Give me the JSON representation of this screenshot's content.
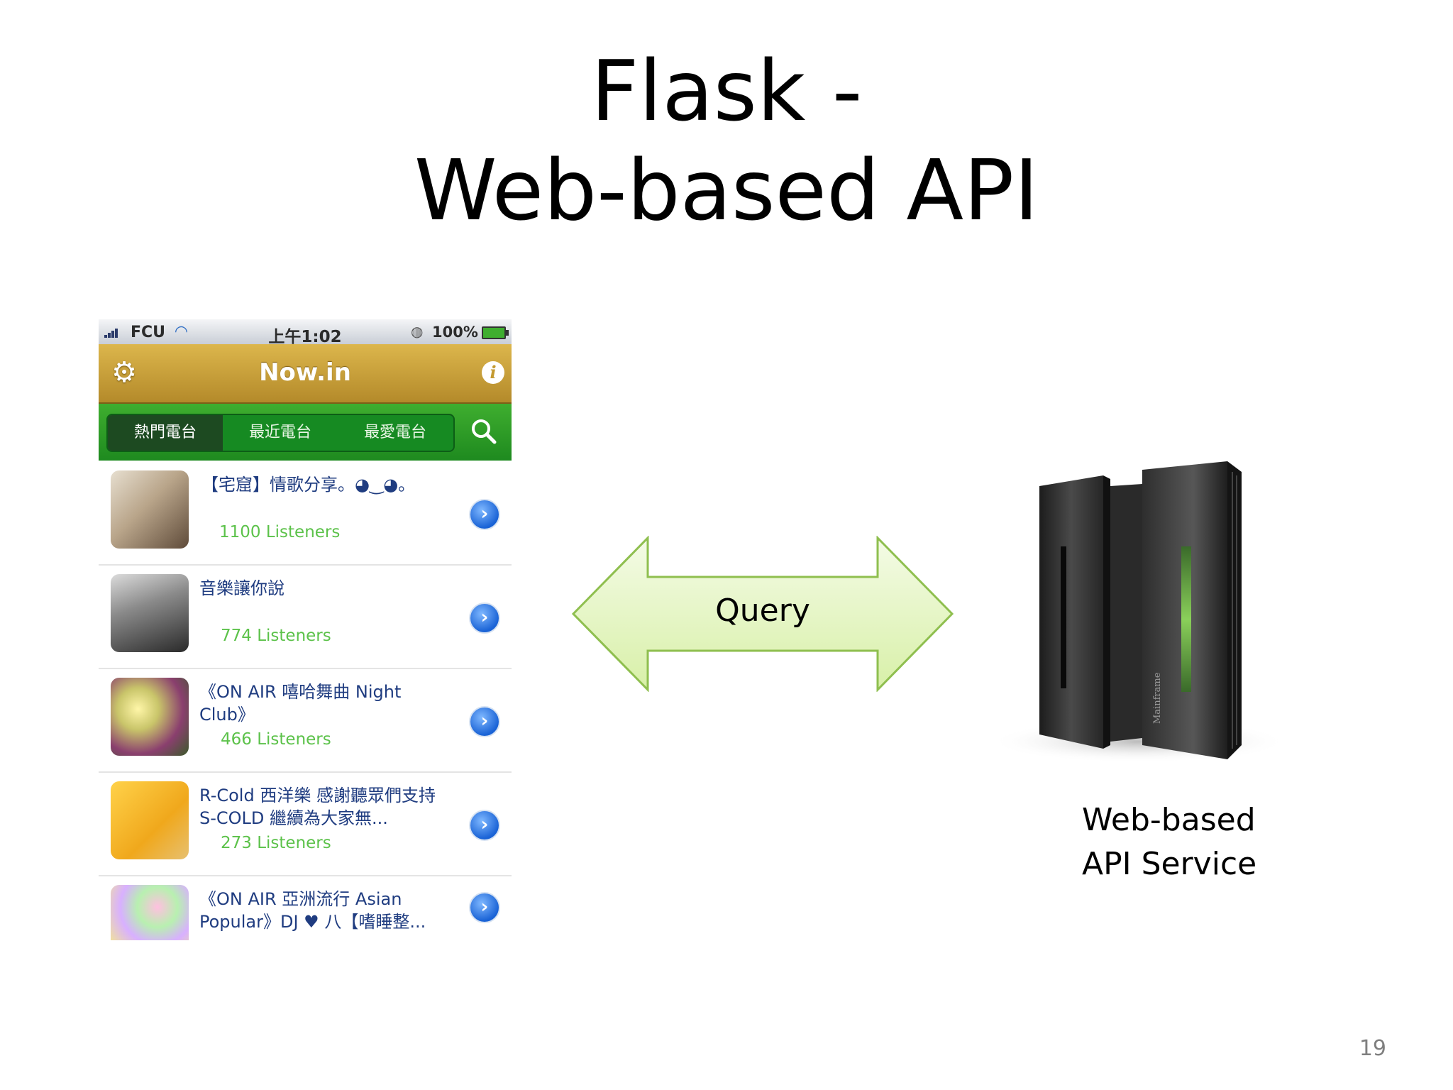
{
  "slide": {
    "title_line1": "Flask -",
    "title_line2": "Web-based API",
    "page_number": "19"
  },
  "phone": {
    "status": {
      "carrier": "FCU",
      "time": "上午1:02",
      "battery": "100%"
    },
    "app_title": "Now.in",
    "tabs": [
      "熱門電台",
      "最近電台",
      "最愛電台"
    ],
    "active_tab": "熱門電台",
    "stations": [
      {
        "title": "【宅窟】情歌分享。◕‿◕。",
        "listeners": "1100  Listeners"
      },
      {
        "title": "音樂讓你說",
        "listeners": "774  Listeners"
      },
      {
        "title": "《ON AIR 嘻哈舞曲 Night Club》",
        "listeners": "466  Listeners"
      },
      {
        "title": "R-Cold 西洋樂      感謝聽眾們支持 S-COLD 繼續為大家無...",
        "listeners": "273  Listeners"
      },
      {
        "title": "《ON AIR 亞洲流行 Asian Popular》DJ ♥ 八【嗜睡整...",
        "listeners": ""
      }
    ]
  },
  "arrow": {
    "label": "Query"
  },
  "server": {
    "caption_line1": "Web-based",
    "caption_line2": "API Service",
    "brand": "Mainframe"
  },
  "colors": {
    "navbar": "#c89f3a",
    "tabbar": "#2a9a2a",
    "arrow_fill": "#e6f5c4",
    "arrow_stroke": "#8fbf4f",
    "listeners_text": "#5cc24a",
    "station_title_text": "#1f3c80"
  },
  "icons": [
    "signal-icon",
    "wifi-icon",
    "alarm-icon",
    "battery-icon",
    "gear-icon",
    "info-icon",
    "search-icon",
    "disclosure-icon"
  ]
}
